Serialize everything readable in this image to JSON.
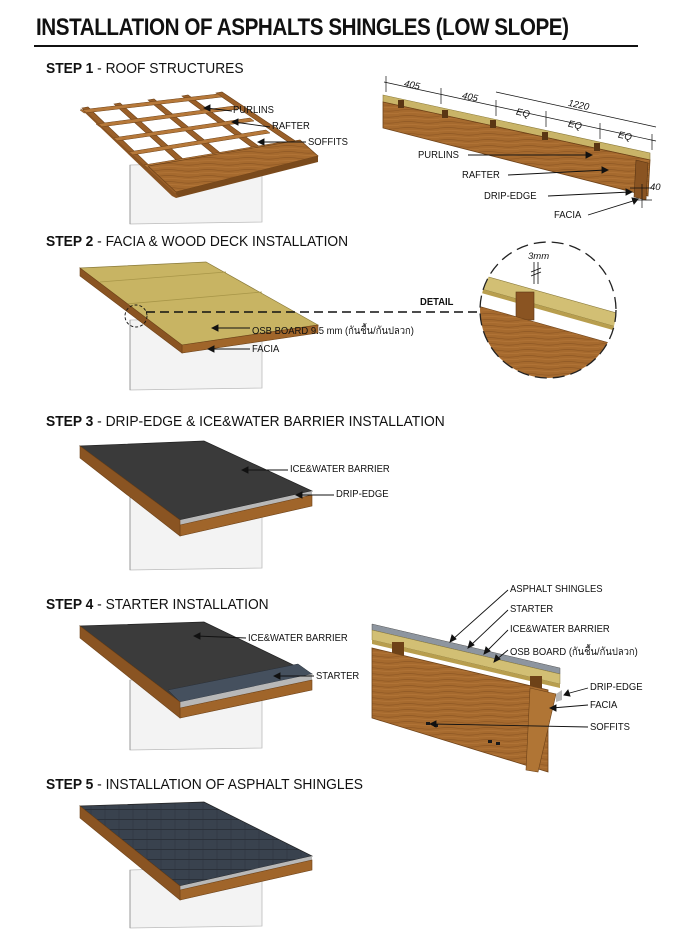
{
  "title": "INSTALLATION OF ASPHALTS SHINGLES (LOW SLOPE)",
  "steps": [
    {
      "num": "STEP 1",
      "text": " - ROOF STRUCTURES"
    },
    {
      "num": "STEP 2",
      "text": " - FACIA & WOOD DECK INSTALLATION"
    },
    {
      "num": "STEP 3",
      "text": " - DRIP-EDGE & ICE&WATER BARRIER INSTALLATION"
    },
    {
      "num": "STEP 4",
      "text": " - STARTER INSTALLATION"
    },
    {
      "num": "STEP 5",
      "text": " - INSTALLATION OF ASPHALT SHINGLES"
    }
  ],
  "labels": {
    "s1": [
      "PURLINS",
      "RAFTER",
      "SOFFITS"
    ],
    "s1_detail": [
      "PURLINS",
      "RAFTER",
      "DRIP-EDGE",
      "FACIA"
    ],
    "s1_dims": [
      "405",
      "405",
      "1220",
      "EQ",
      "EQ",
      "EQ",
      "40"
    ],
    "s2": [
      "OSB BOARD 9.5 mm (กันชื้น/กันปลวก)",
      "FACIA",
      "DETAIL",
      "3mm"
    ],
    "s3": [
      "ICE&WATER BARRIER",
      "DRIP-EDGE"
    ],
    "s4": [
      "ICE&WATER BARRIER",
      "STARTER"
    ],
    "s4_detail": [
      "ASPHALT SHINGLES",
      "STARTER",
      "ICE&WATER BARRIER",
      "OSB BOARD (กันชื้น/กันปลวก)",
      "DRIP-EDGE",
      "FACIA",
      "SOFFITS"
    ]
  },
  "colors": {
    "wood": "#a0652a",
    "wood_dark": "#6e4218",
    "osb": "#c9b468",
    "membrane": "#3a3a3a",
    "shingle": "#3b4450",
    "wall": "#f2f2f2"
  }
}
